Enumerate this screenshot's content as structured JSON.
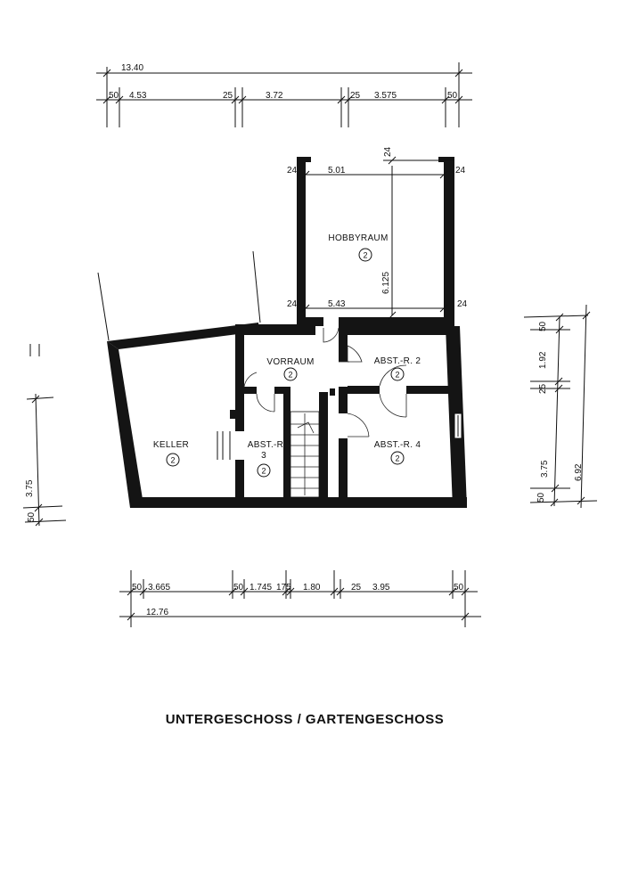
{
  "title": "UNTERGESCHOSS / GARTENGESCHOSS",
  "rooms": {
    "hobbyraum": {
      "name": "HOBBYRAUM",
      "level": "2"
    },
    "vorraum": {
      "name": "VORRAUM",
      "level": "2"
    },
    "abst_r2": {
      "name": "ABST.-R. 2",
      "level": "2"
    },
    "keller": {
      "name": "KELLER",
      "level": "2"
    },
    "abst_r3": {
      "name": "ABST.-R",
      "number": "3",
      "level": "2"
    },
    "abst_r4": {
      "name": "ABST.-R. 4",
      "level": "2"
    }
  },
  "dims_top": {
    "total": "13.40",
    "segments": [
      "50",
      "4.53",
      "25",
      "3.72",
      "25",
      "3.575",
      "50"
    ]
  },
  "dims_hobby": {
    "top_left": "24",
    "top_width": "5.01",
    "top_mid": "24",
    "top_right": "24",
    "depth": "6.125",
    "bottom_left": "24",
    "bottom_width": "5.43",
    "bottom_right": "24"
  },
  "dims_bottom": {
    "segments": [
      "50",
      "3.665",
      "50",
      "1.745",
      "175",
      "1.80",
      "25",
      "3.95",
      "50"
    ],
    "total": "12.76"
  },
  "dims_right": {
    "segments": [
      "50",
      "1.92",
      "25",
      "3.75",
      "50"
    ],
    "total": "6.92"
  },
  "dims_left": {
    "segments": [
      "3.75",
      "50"
    ]
  }
}
